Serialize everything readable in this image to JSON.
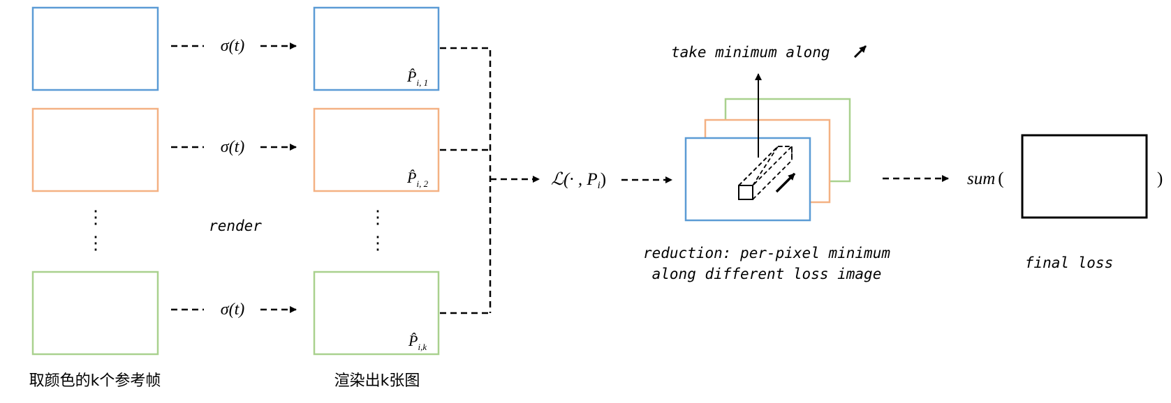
{
  "colors": {
    "blue": "#5b9bd5",
    "orange": "#f4b183",
    "green": "#a9d18e",
    "black": "#000000"
  },
  "left_column": {
    "caption": "取颜色的k个参考帧",
    "dots": "⋮"
  },
  "middle_column": {
    "caption": "渲染出k张图",
    "render_label": "render",
    "sigma_label": "σ(t)",
    "frame_labels": [
      {
        "base": "P̂",
        "sub": "i, 1"
      },
      {
        "base": "P̂",
        "sub": "i, 2"
      },
      {
        "base": "P̂",
        "sub": "i,k"
      }
    ],
    "dots": "⋮"
  },
  "loss": {
    "symbol": "ℒ",
    "args": "(· , P",
    "sub": "i",
    "close": ")"
  },
  "reduction": {
    "top_label": "take minimum along",
    "caption_line1": "reduction: per-pixel minimum",
    "caption_line2": "along different loss image"
  },
  "final": {
    "sum_label": "sum",
    "open_paren": "(",
    "close_paren": ")",
    "caption": "final loss"
  }
}
